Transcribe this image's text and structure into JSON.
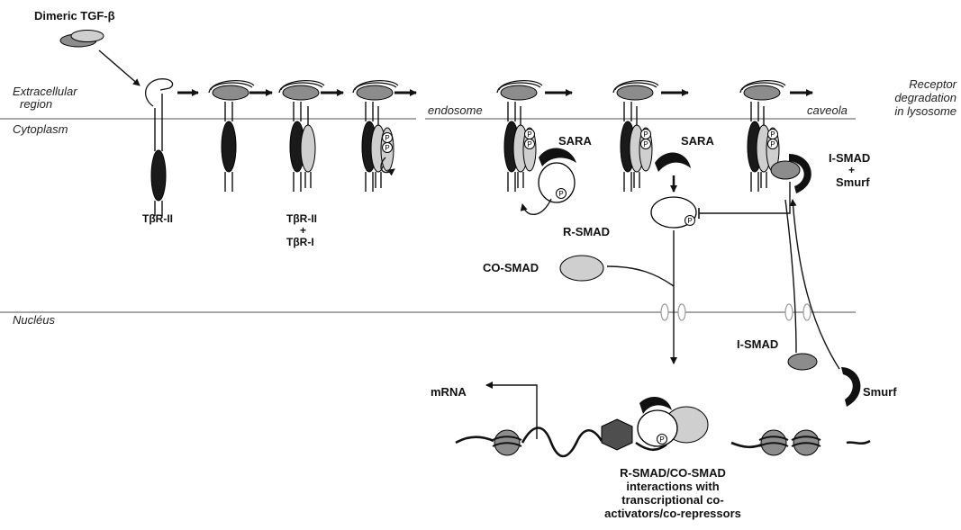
{
  "labels": {
    "ligand": "Dimeric TGF-β",
    "extracellular": [
      "Extracellular",
      "region"
    ],
    "cytoplasm": "Cytoplasm",
    "nucleus": "Nucléus",
    "endosome": "endosome",
    "caveola": "caveola",
    "degradation": [
      "Receptor",
      "degradation",
      "in lysosome"
    ],
    "receptor_ii": "TβR-II",
    "complex": [
      "TβR-II",
      "+",
      "TβR-I"
    ],
    "sara": "SARA",
    "r_smad": "R-SMAD",
    "co_smad": "CO-SMAD",
    "i_smad_smurf": [
      "I-SMAD",
      "+",
      "Smurf"
    ],
    "i_smad": "I-SMAD",
    "smurf": "Smurf",
    "mrna": "mRNA",
    "phospho": "P",
    "caption": [
      "R-SMAD/CO-SMAD",
      "interactions with",
      "transcriptional co-",
      "activators/co-repressors"
    ]
  },
  "colors": {
    "dark": "#1a1a1a",
    "gray": "#8c8c8c",
    "light": "#cfcfcf",
    "membrane": "#a8a8a8"
  }
}
